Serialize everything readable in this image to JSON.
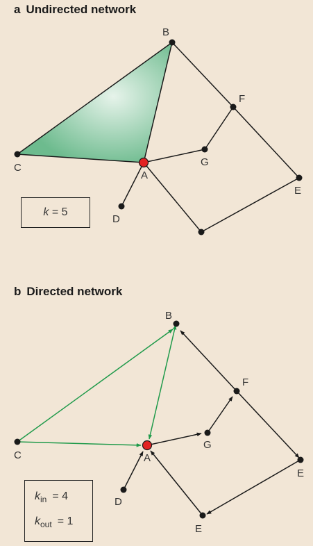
{
  "panel_a": {
    "letter": "a",
    "title": "Undirected network",
    "box": {
      "var": "k",
      "value": "= 5"
    }
  },
  "panel_b": {
    "letter": "b",
    "title": "Directed network",
    "box": {
      "kin_var": "k",
      "kin_sub": "in",
      "kin_value": "= 4",
      "kout_var": "k",
      "kout_sub": "out",
      "kout_value": "= 1"
    }
  },
  "labels": {
    "A": "A",
    "B": "B",
    "C": "C",
    "D": "D",
    "E": "E",
    "F": "F",
    "G": "G"
  },
  "colors": {
    "background": "#f2e6d6",
    "node": "#1a1a1a",
    "focus_node": "#e32222",
    "edge": "#1a1a1a",
    "green_edge": "#1f9a4a",
    "triangle_fill": "#7cc49a"
  }
}
